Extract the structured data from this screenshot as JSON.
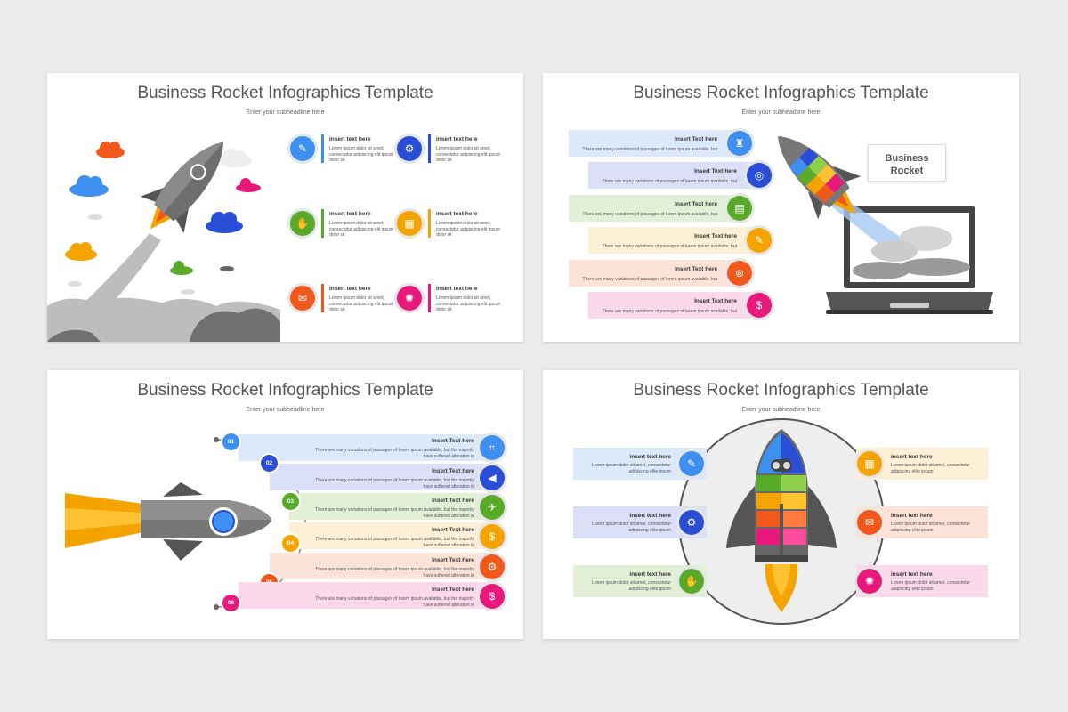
{
  "title": "Business Rocket Infographics Template",
  "subheadline": "Enter your subheadline here",
  "colors": {
    "blue": "#3d8ff0",
    "navy": "#2a4fd6",
    "green": "#5aaa2a",
    "amber": "#f5a300",
    "orange": "#f2571b",
    "magenta": "#e8197a"
  },
  "slide1": {
    "items": [
      {
        "heading": "insert text here",
        "body": "Lorem ipsum dolor sit amet, consectetur adipiscing elit ipsum dolor sit",
        "icon": "document-edit-icon",
        "glyph": "✎"
      },
      {
        "heading": "insert text here",
        "body": "Lorem ipsum dolor sit amet, consectetur adipiscing elit ipsum dolor sit",
        "icon": "gear-dollar-icon",
        "glyph": "⚙"
      },
      {
        "heading": "insert text here",
        "body": "Lorem ipsum dolor sit amet, consectetur adipiscing elit ipsum dolor sit",
        "icon": "handshake-icon",
        "glyph": "✋"
      },
      {
        "heading": "insert text here",
        "body": "Lorem ipsum dolor sit amet, consectetur adipiscing elit ipsum dolor sit",
        "icon": "calendar-icon",
        "glyph": "▦"
      },
      {
        "heading": "insert text here",
        "body": "Lorem ipsum dolor sit amet, consectetur adipiscing elit ipsum dolor sit",
        "icon": "envelope-icon",
        "glyph": "✉"
      },
      {
        "heading": "insert text here",
        "body": "Lorem ipsum dolor sit amet, consectetur adipiscing elit ipsum dolor sit",
        "icon": "lightbulb-icon",
        "glyph": "✺"
      }
    ]
  },
  "slide2": {
    "label": "Business Rocket",
    "items": [
      {
        "heading": "Insert Text here",
        "body": "There are many variations of passages of lorem ipsum available, but",
        "icon": "podium-icon",
        "glyph": "♜"
      },
      {
        "heading": "Insert Text here",
        "body": "There are many variations of passages of lorem ipsum available, but",
        "icon": "target-icon",
        "glyph": "◎"
      },
      {
        "heading": "Insert Text here",
        "body": "There are many variations of passages of lorem ipsum available, but",
        "icon": "presentation-chart-icon",
        "glyph": "▤"
      },
      {
        "heading": "Insert Text here",
        "body": "There are many variations of passages of lorem ipsum available, but",
        "icon": "document-edit-icon",
        "glyph": "✎"
      },
      {
        "heading": "Insert Text here",
        "body": "There are many variations of passages of lorem ipsum available, but",
        "icon": "target-gear-icon",
        "glyph": "⊚"
      },
      {
        "heading": "Insert Text here",
        "body": "There are many variations of passages of lorem ipsum available, but",
        "icon": "hand-coin-icon",
        "glyph": "$"
      }
    ]
  },
  "slide3": {
    "items": [
      {
        "num": "01",
        "heading": "Insert Text here",
        "body1": "There are many variations of passages of lorem ipsum available, but the majority",
        "body2": "have suffered alteration in",
        "icon": "crop-icon",
        "glyph": "⌗"
      },
      {
        "num": "02",
        "heading": "Insert Text here",
        "body1": "There are many variations of passages of lorem ipsum available, but the majority",
        "body2": "have suffered alteration in",
        "icon": "megaphone-icon",
        "glyph": "◀"
      },
      {
        "num": "03",
        "heading": "Insert Text here",
        "body1": "There are many variations of passages of lorem ipsum available, but the majority",
        "body2": "have suffered alteration in",
        "icon": "airplane-icon",
        "glyph": "✈"
      },
      {
        "num": "04",
        "heading": "Insert Text here",
        "body1": "There are many variations of passages of lorem ipsum available, but the majority",
        "body2": "have suffered alteration in",
        "icon": "money-icon",
        "glyph": "$"
      },
      {
        "num": "05",
        "heading": "Insert Text here",
        "body1": "There are many variations of passages of lorem ipsum available, but the majority",
        "body2": "have suffered alteration in",
        "icon": "settings-icon",
        "glyph": "⚙"
      },
      {
        "num": "06",
        "heading": "Insert Text here",
        "body1": "There are many variations of passages of lorem ipsum available, but the majority",
        "body2": "have suffered alteration in",
        "icon": "money-bag-icon",
        "glyph": "$"
      }
    ]
  },
  "slide4": {
    "items": [
      {
        "heading": "insert text here",
        "body1": "Lorem ipsum dolor sit amet, consectetur",
        "body2": "adipiscing elite ipsum",
        "icon": "document-edit-icon",
        "glyph": "✎"
      },
      {
        "heading": "insert text here",
        "body1": "Lorem ipsum dolor sit amet, consectetur",
        "body2": "adipiscing elite ipsum",
        "icon": "calendar-icon",
        "glyph": "▦"
      },
      {
        "heading": "insert text here",
        "body1": "Lorem ipsum dolor sit amet, consectetur",
        "body2": "adipiscing elite ipsum",
        "icon": "gear-dollar-icon",
        "glyph": "⚙"
      },
      {
        "heading": "insert text here",
        "body1": "Lorem ipsum dolor sit amet, consectetur",
        "body2": "adipiscing elite ipsum",
        "icon": "envelope-icon",
        "glyph": "✉"
      },
      {
        "heading": "insert text here",
        "body1": "Lorem ipsum dolor sit amet, consectetur",
        "body2": "adipiscing elite ipsum",
        "icon": "handshake-icon",
        "glyph": "✋"
      },
      {
        "heading": "insert text here",
        "body1": "Lorem ipsum dolor sit amet, consectetur",
        "body2": "adipiscing elite ipsum",
        "icon": "lightbulb-icon",
        "glyph": "✺"
      }
    ]
  }
}
